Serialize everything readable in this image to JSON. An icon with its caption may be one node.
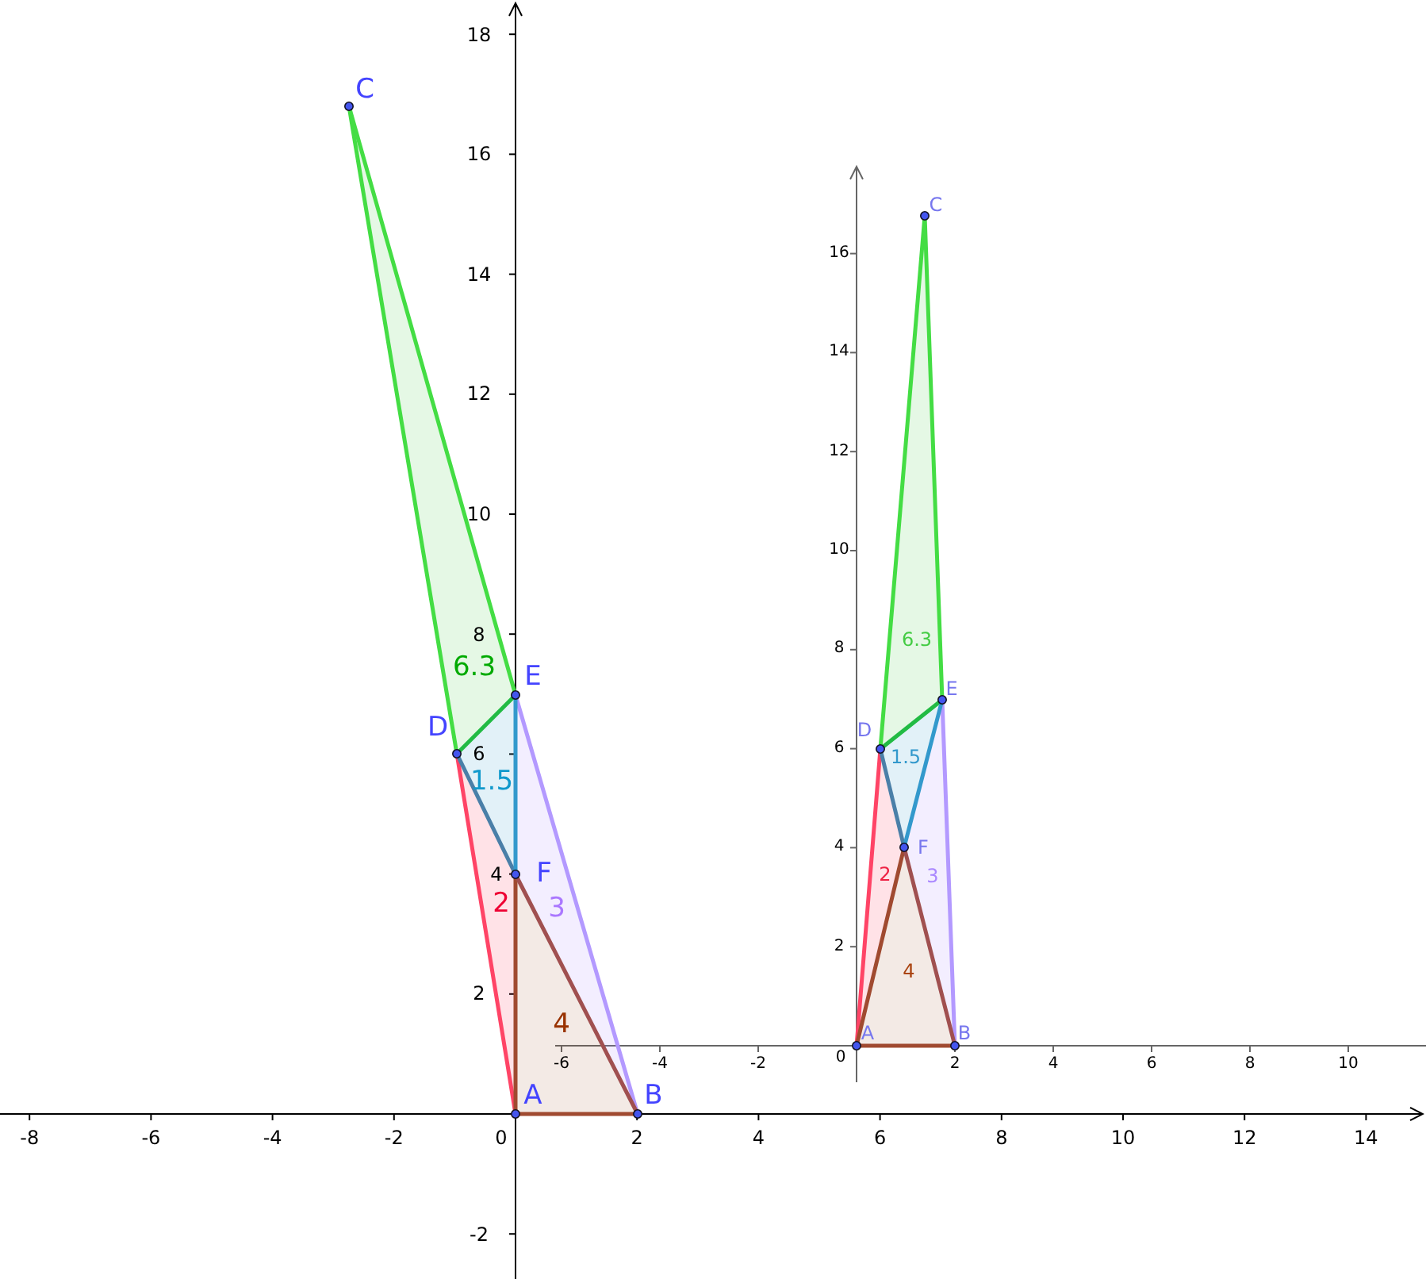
{
  "diagram": {
    "labels": [
      "C",
      "E",
      "D",
      "F",
      "A",
      "B",
      "6.3",
      "1.5",
      "2",
      "3",
      "4",
      "18",
      "16",
      "14",
      "12",
      "10",
      "8",
      "6",
      "4",
      "2",
      "-2",
      "-8",
      "-6",
      "-4",
      "-2",
      "0",
      "2",
      "4",
      "6",
      "8",
      "10",
      "12",
      "14",
      "C",
      "E",
      "D",
      "F",
      "A",
      "B",
      "6.3",
      "1.5",
      "2",
      "3",
      "4",
      "16",
      "14",
      "12",
      "10",
      "8",
      "6",
      "4",
      "2",
      "-6",
      "-4",
      "-2",
      "0",
      "2",
      "4",
      "6",
      "8",
      "10"
    ]
  }
}
